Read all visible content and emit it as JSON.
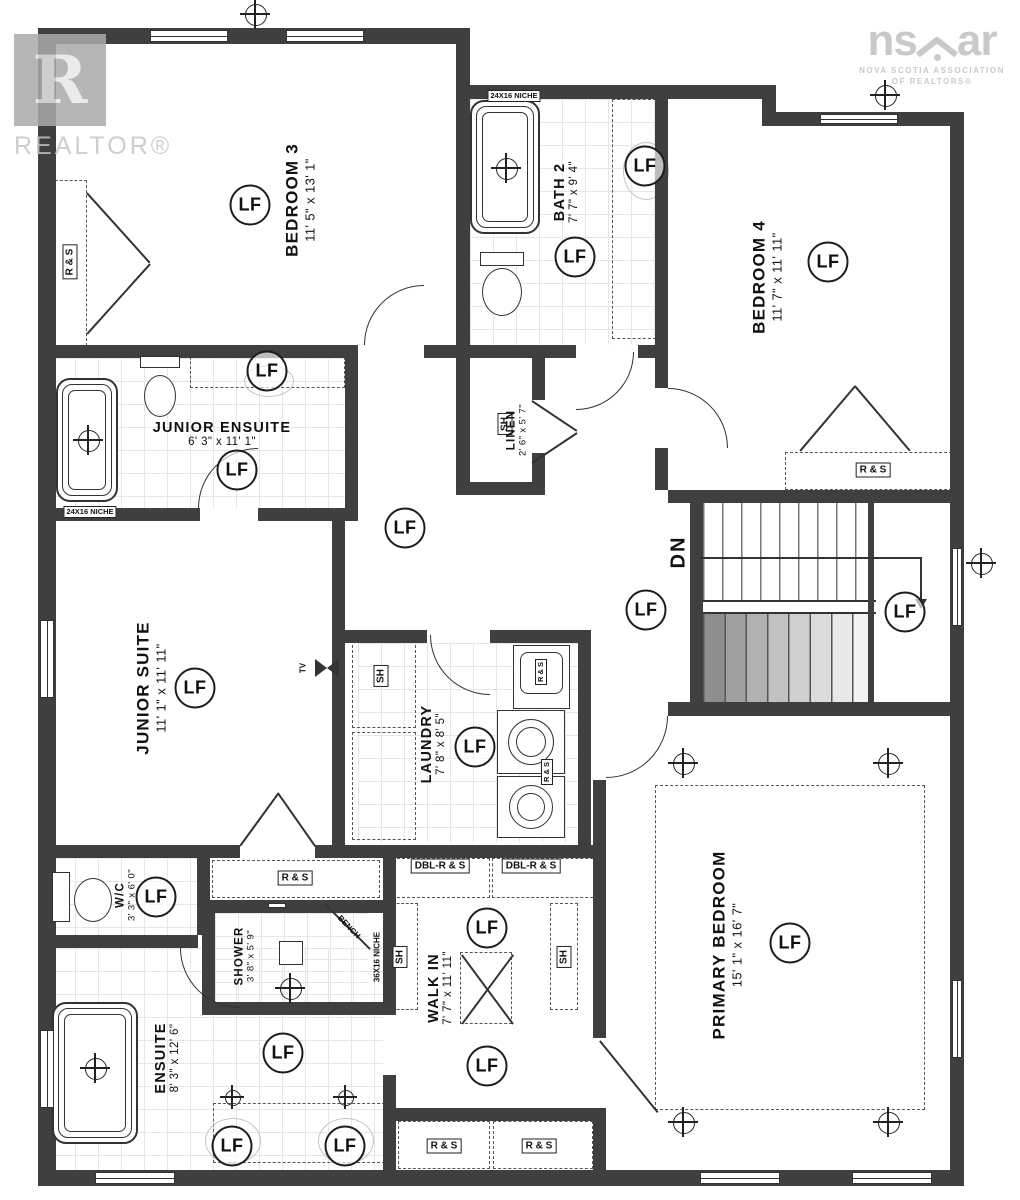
{
  "watermarks": {
    "realtor": {
      "letter": "R",
      "label": "REALTOR®"
    },
    "nsar": {
      "left": "ns",
      "right": "ar",
      "line1": "NOVA SCOTIA ASSOCIATION",
      "line2": "OF REALTORS®"
    }
  },
  "rooms": {
    "bedroom3": {
      "name": "BEDROOM 3",
      "dims": "11' 5\" x 13' 1\""
    },
    "bath2": {
      "name": "BATH 2",
      "dims": "7' 7\" x 9' 4\""
    },
    "bedroom4": {
      "name": "BEDROOM 4",
      "dims": "11' 7\" x 11' 11\""
    },
    "junior_ensuite": {
      "name": "JUNIOR ENSUITE",
      "dims": "6' 3\" x 11' 1\""
    },
    "linen": {
      "name": "LINEN",
      "dims": "2' 6\" x 5' 7\""
    },
    "junior_suite": {
      "name": "JUNIOR SUITE",
      "dims": "11' 1\" x 11' 11\""
    },
    "laundry": {
      "name": "LAUNDRY",
      "dims": "7' 8\" x 8' 5\""
    },
    "primary_bedroom": {
      "name": "PRIMARY BEDROOM",
      "dims": "15' 1\" x 16' 7\""
    },
    "walk_in": {
      "name": "WALK IN",
      "dims": "7' 7\" x 11' 11\""
    },
    "wc": {
      "name": "W/C",
      "dims": "3' 3\" x 6' 0\""
    },
    "shower": {
      "name": "SHOWER",
      "dims": "3' 8\" x 5' 9\""
    },
    "ensuite": {
      "name": "ENSUITE",
      "dims": "8' 3\" x 12' 6\""
    }
  },
  "annotations": {
    "fixture": "LF",
    "down": "DN",
    "rod_shelf": "R & S",
    "dbl_rod_shelf": "DBL-R & S",
    "shelf": "SH",
    "tv": "TV",
    "bench": "BENCH",
    "niche_24": "24X16 NICHE",
    "niche_36": "36X16 NICHE"
  }
}
